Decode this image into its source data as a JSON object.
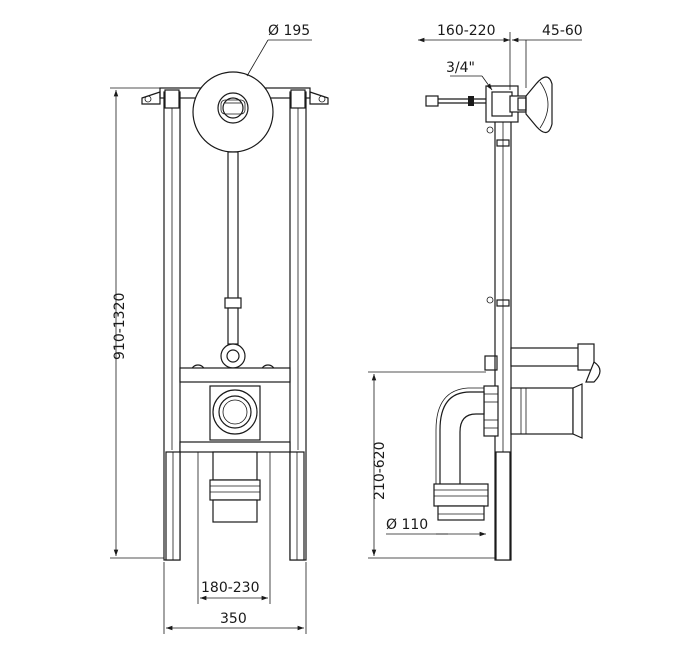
{
  "dimensions": {
    "plate_diameter": "Ø 195",
    "frame_height": "910-1320",
    "foot_spacing": "180-230",
    "frame_width": "350",
    "wall_depth": "160-220",
    "plate_offset": "45-60",
    "water_inlet": "3/4\"",
    "outlet_height": "210-620",
    "drain_diameter": "Ø 110"
  }
}
